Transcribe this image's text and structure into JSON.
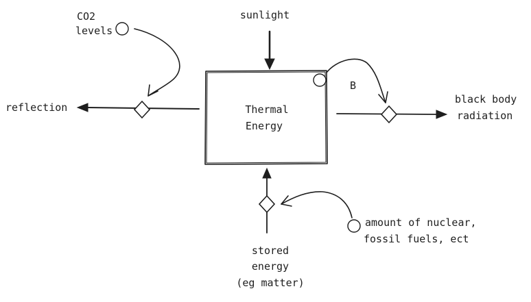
{
  "stock": {
    "label_line1": "Thermal",
    "label_line2": "Energy"
  },
  "flows": {
    "sunlight": "sunlight",
    "reflection": "reflection",
    "black_body_line1": "black body",
    "black_body_line2": "radiation",
    "stored_line1": "stored",
    "stored_line2": "energy",
    "stored_line3": "(eg matter)"
  },
  "converters": {
    "co2_line1": "CO2",
    "co2_line2": "levels",
    "fuel_line1": "amount of nuclear,",
    "fuel_line2": "fossil fuels, ect"
  },
  "loop_label": "B",
  "colors": {
    "ink": "#1e1e1e",
    "background": "#ffffff"
  }
}
